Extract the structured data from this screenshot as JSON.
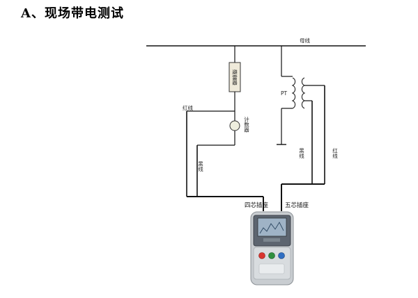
{
  "title": "A、现场带电测试",
  "labels": {
    "busbar": "母线",
    "arrester": "避雷器",
    "counter": "计数器",
    "pt": "PT",
    "red_wire_left": "红线",
    "red_wire_right": "红线",
    "black_wire_left": "黑线",
    "black_wire_right": "黑线",
    "socket_four": "四芯插座",
    "socket_five": "五芯插座"
  },
  "device": {
    "name": "arrester-tester",
    "button_colors": [
      "#d8352f",
      "#2f8f3e",
      "#2f6ec2"
    ]
  }
}
